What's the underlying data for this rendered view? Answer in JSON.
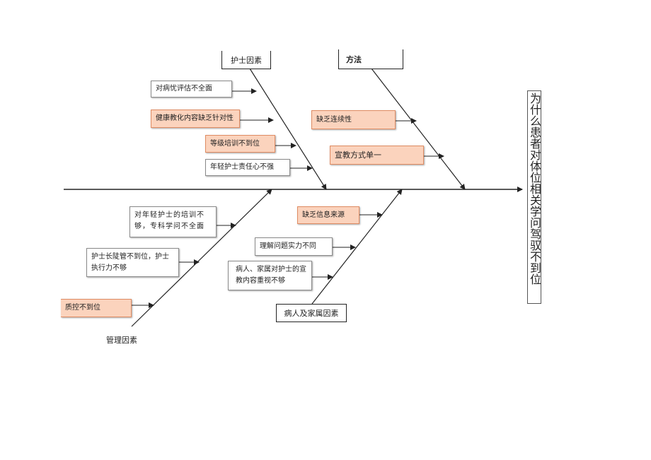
{
  "effect": "为什么患者对体位相关学问驾驭不到位",
  "categories": {
    "nurse": "护士因素",
    "method": "方法",
    "management": "管理因素",
    "patient_family": "病人及家属因素"
  },
  "causes": {
    "nurse": [
      "对病忧评估不全面",
      "健康教化内容缺乏针对性",
      "等级培训不到位",
      "年轻护士责任心不强"
    ],
    "method": [
      "缺乏连续性",
      "宣教方式单一"
    ],
    "management": [
      "对年轻护士的培训不够，专科学问不全面",
      "护士长陡管不到位，护士执行力不够",
      "质控不到位"
    ],
    "patient_family": [
      "缺乏信息来源",
      "理解问题实力不同",
      "病人、家属对护士的宣教内容重视不够"
    ]
  },
  "colors": {
    "highlight_fill": "#fbd3bd",
    "highlight_border": "#e08c63",
    "line": "#222222"
  }
}
